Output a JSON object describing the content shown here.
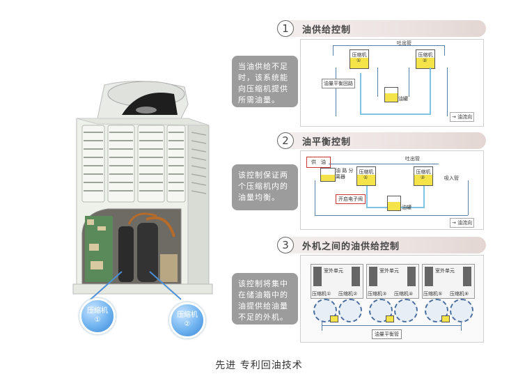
{
  "caption": "先进 专利回油技术",
  "callouts": [
    {
      "label": "压缩机",
      "num": "①"
    },
    {
      "label": "压缩机",
      "num": "②"
    }
  ],
  "sections": [
    {
      "num": "1",
      "title": "油供给控制",
      "text": "当油供给不足时，该系统能向压缩机提供所需油量。",
      "diagram": {
        "top_pipe": "吐出管",
        "comp1": "压缩机",
        "comp1_num": "①",
        "comp2": "压缩机",
        "comp2_num": "②",
        "balance": "油量平衡回路",
        "tank": "油罐",
        "legend": "油流向"
      }
    },
    {
      "num": "2",
      "title": "油平衡控制",
      "text": "该控制保证两个压缩机内的油量均衡。",
      "diagram": {
        "supply": "供　油",
        "separator": "油 路 分离器",
        "comp1": "压缩机",
        "comp1_num": "①",
        "comp2": "压缩机",
        "comp2_num": "②",
        "top_pipe": "吐出管",
        "suction": "吸入管",
        "valve": "开启电子阀",
        "tank": "油罐",
        "legend": "油流向"
      }
    },
    {
      "num": "3",
      "title": "外机之间的油供给控制",
      "text": "该控制将集中在储油箱中的油提供给油量不足的外机。",
      "diagram": {
        "units": [
          {
            "label": "室外单元",
            "c1": "压缩机①",
            "c2": "压缩机②"
          },
          {
            "label": "室外单元",
            "c1": "压缩机③",
            "c2": "压缩机④"
          },
          {
            "label": "室外单元",
            "c1": "压缩机⑤",
            "c2": "压缩机⑥"
          }
        ],
        "balance_pipe": "油量平衡管"
      }
    }
  ]
}
